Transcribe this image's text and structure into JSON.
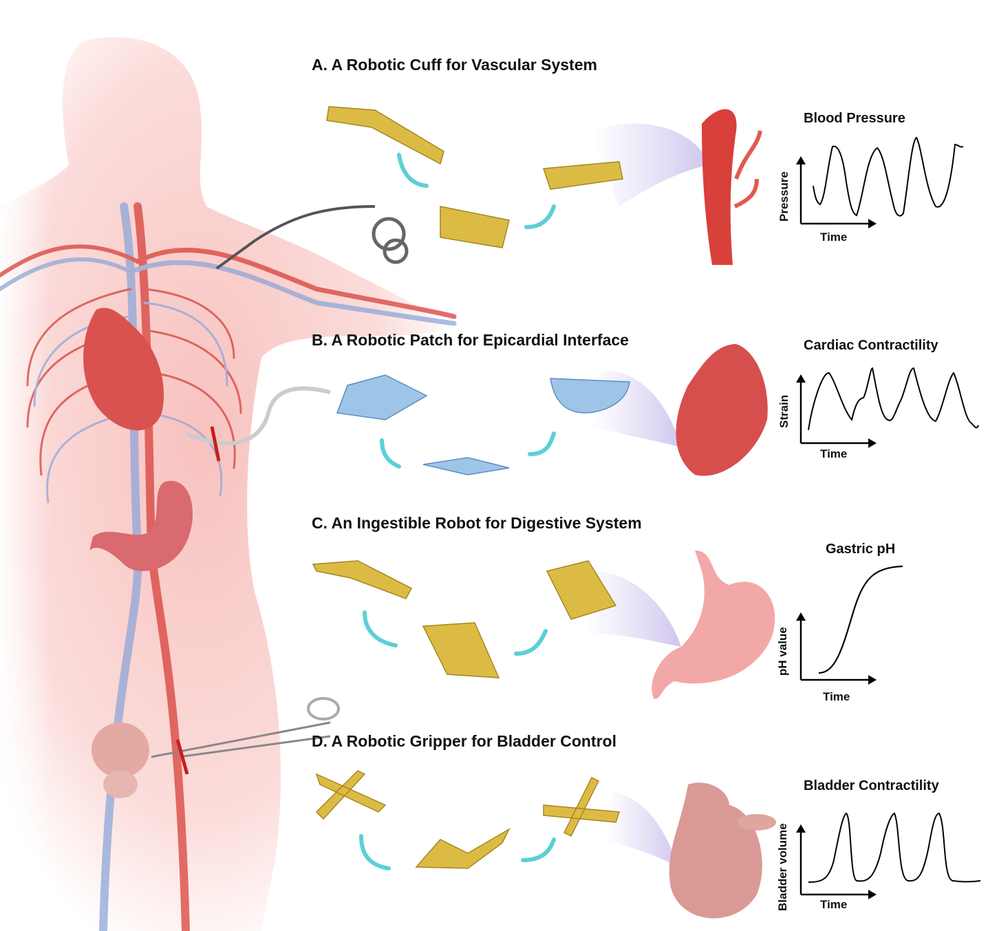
{
  "sections": [
    {
      "title": "A.  A Robotic Cuff for Vascular System",
      "plot_title": "Blood Pressure",
      "ylabel": "Pressure",
      "xlabel": "Time"
    },
    {
      "title": "B.  A Robotic Patch for Epicardial Interface",
      "plot_title": "Cardiac Contractility",
      "ylabel": "Strain",
      "xlabel": "Time"
    },
    {
      "title": "C. An Ingestible Robot for Digestive System",
      "plot_title": "Gastric pH",
      "ylabel": "pH value",
      "xlabel": "Time"
    },
    {
      "title": "D. A Robotic Gripper for Bladder Control",
      "plot_title": "Bladder Contractility",
      "ylabel": "Bladder volume",
      "xlabel": "Time"
    }
  ],
  "colors": {
    "device_gold": "#d9b43a",
    "arrow_cyan": "#5ccfd6",
    "artery_red": "#d8403a",
    "vein_blue": "#8fa6d8",
    "body_pink": "#f7c9c6"
  }
}
